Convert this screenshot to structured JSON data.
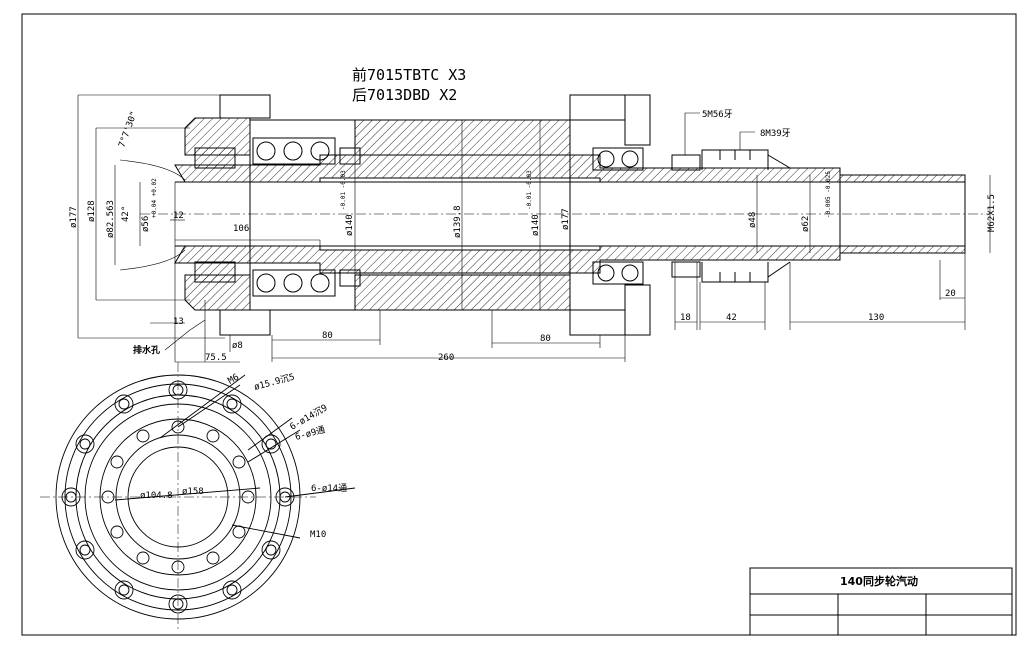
{
  "drawing": {
    "bearing_front": "前7015TBTC X3",
    "bearing_rear": "后7013DBD X2",
    "title_block": {
      "title": "140同步轮汽动"
    },
    "callouts": {
      "thread_5m56": "5M56牙",
      "thread_8m39": "8M39牙",
      "drain_hole": "排水孔",
      "angle_7": "7°7'30\"",
      "angle_42": "42°"
    },
    "dims": {
      "d177_left": "ø177",
      "d128": "ø128",
      "d82_563": "ø82.563",
      "d56": "ø56",
      "d56_tol": "+0.04 +0.02",
      "d140_a": "ø140",
      "d140_a_tol": "-0.01 -0.03",
      "d139_8": "ø139.8",
      "d140_b": "ø140",
      "d140_b_tol": "-0.01 -0.03",
      "d177_right": "ø177",
      "d48": "ø48",
      "d62": "ø62",
      "d62_tol": "-0.005 -0.025",
      "m62": "M62X1.5",
      "len_12": "12",
      "len_106": "106",
      "len_13": "13",
      "len_8": "ø8",
      "len_75_5": "75.5",
      "len_80_left": "80",
      "len_80_right": "80",
      "len_260": "260",
      "len_18": "18",
      "len_42": "42",
      "len_130": "130",
      "len_20": "20"
    },
    "flange": {
      "m6": "M6",
      "d15_9": "ø15.9沉5",
      "holes_6_14_a": "6-ø14沉9",
      "holes_6_9": "6-ø9通",
      "holes_6_14_b": "6-ø14通",
      "d104_8": "ø104.8",
      "d158": "ø158",
      "m10": "M10"
    }
  }
}
